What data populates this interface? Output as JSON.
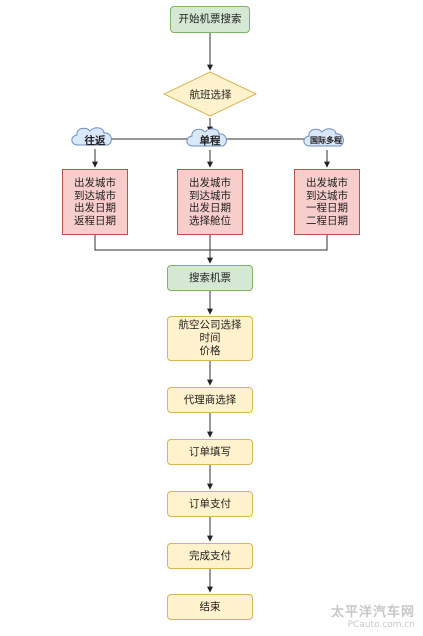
{
  "nodes": {
    "start": "开始机票搜索",
    "flight_select": "航班选择",
    "search": "搜索机票",
    "airline_select": [
      "航空公司选择",
      "时间",
      "价格"
    ],
    "agent_select": "代理商选择",
    "order_fill": "订单填写",
    "order_pay": "订单支付",
    "pay_done": "完成支付",
    "end": "结束"
  },
  "branches": [
    {
      "label": "往返",
      "fields": [
        "出发城市",
        "到达城市",
        "出发日期",
        "返程日期"
      ]
    },
    {
      "label": "单程",
      "fields": [
        "出发城市",
        "到达城市",
        "出发日期",
        "选择舱位"
      ]
    },
    {
      "label": "国际多程",
      "fields": [
        "出发城市",
        "到达城市",
        "一程日期",
        "二程日期"
      ]
    }
  ],
  "watermark": {
    "line1": "太平洋汽车网",
    "line2": "PCauto.com.cn"
  },
  "colors": {
    "green_fill": "#d5e8d4",
    "green_stroke": "#82b366",
    "yellow_fill": "#fff2cc",
    "yellow_stroke": "#d6b656",
    "red_fill": "#f8cecc",
    "red_stroke": "#b85450",
    "cloud_fill": "#dae8fc",
    "cloud_stroke": "#6c8ebf"
  }
}
